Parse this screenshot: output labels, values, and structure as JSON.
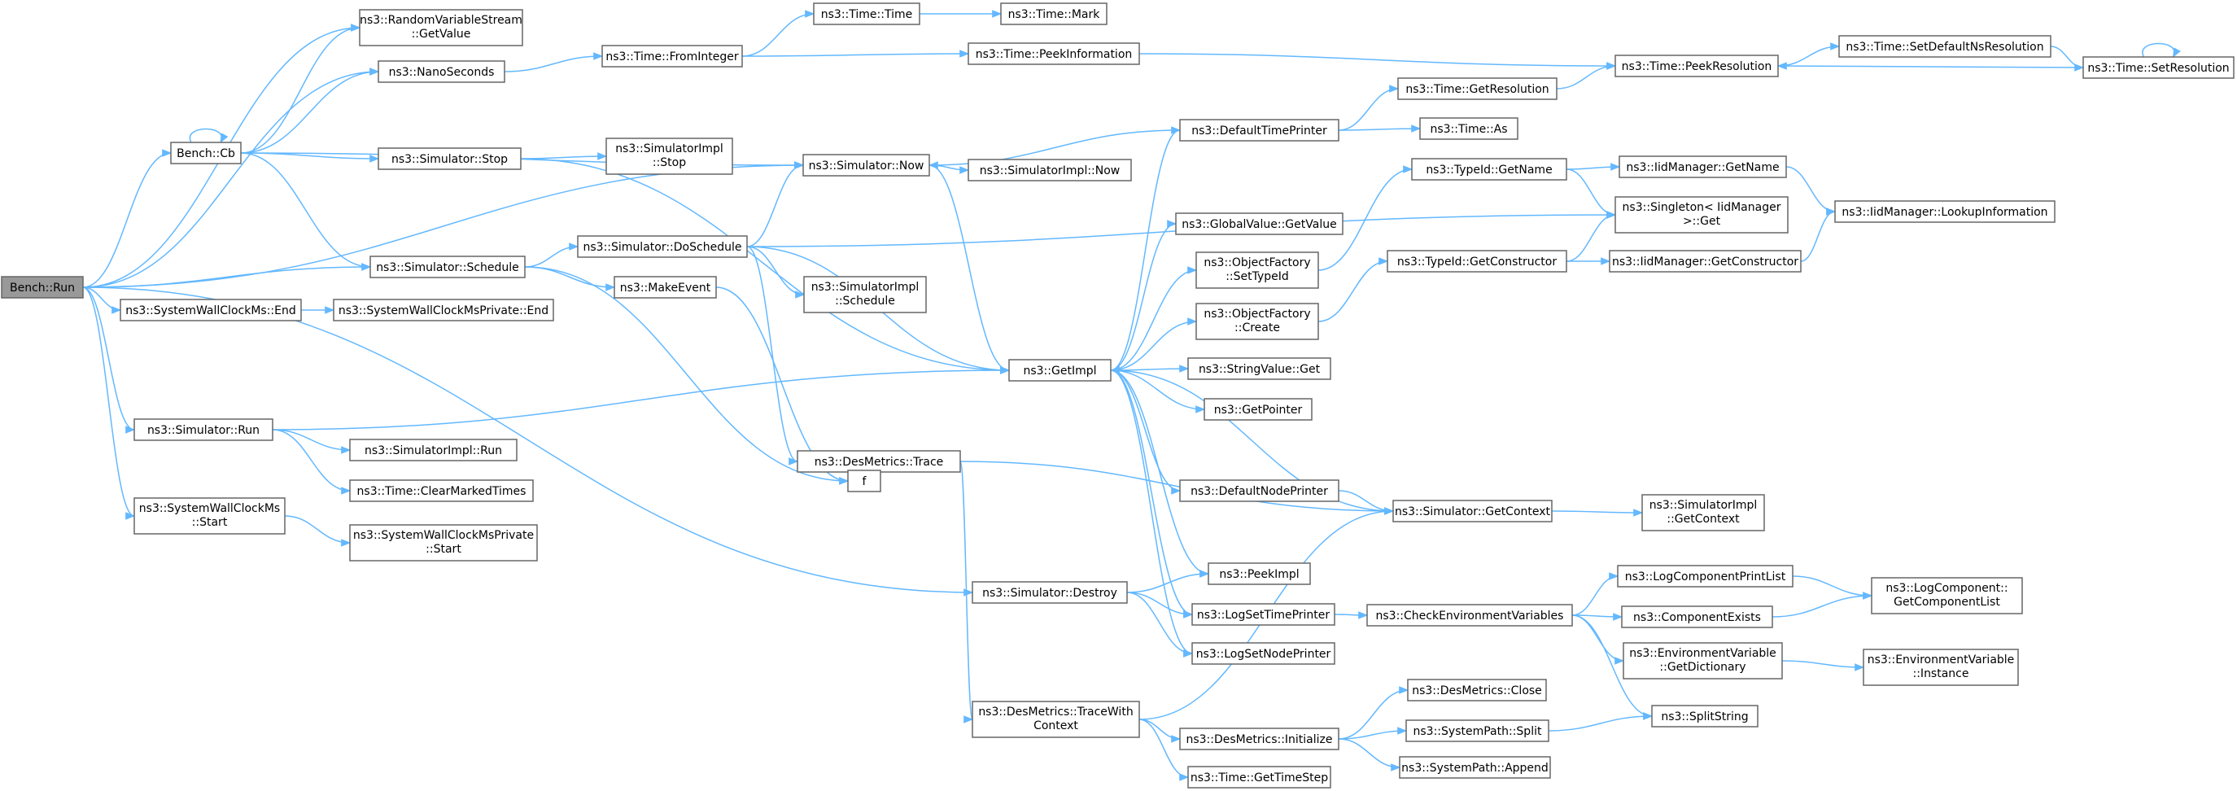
{
  "diagram": {
    "type": "call-graph",
    "edge_color": "#63b8ff",
    "root_fill": "#999999",
    "node_border": "#666666",
    "nodes": [
      {
        "id": "bench_run",
        "lines": [
          "Bench::Run"
        ],
        "root": true
      },
      {
        "id": "bench_cb",
        "lines": [
          "Bench::Cb"
        ]
      },
      {
        "id": "rvs_getvalue",
        "lines": [
          "ns3::RandomVariableStream",
          "::GetValue"
        ]
      },
      {
        "id": "nanoseconds",
        "lines": [
          "ns3::NanoSeconds"
        ]
      },
      {
        "id": "sim_schedule",
        "lines": [
          "ns3::Simulator::Schedule"
        ]
      },
      {
        "id": "swc_end",
        "lines": [
          "ns3::SystemWallClockMs::End"
        ]
      },
      {
        "id": "sim_run",
        "lines": [
          "ns3::Simulator::Run"
        ]
      },
      {
        "id": "swc_start",
        "lines": [
          "ns3::SystemWallClockMs",
          "::Start"
        ]
      },
      {
        "id": "sim_destroy",
        "lines": [
          "ns3::Simulator::Destroy"
        ]
      },
      {
        "id": "sim_stop",
        "lines": [
          "ns3::Simulator::Stop"
        ]
      },
      {
        "id": "sim_now",
        "lines": [
          "ns3::Simulator::Now"
        ]
      },
      {
        "id": "time_frominteger",
        "lines": [
          "ns3::Time::FromInteger"
        ]
      },
      {
        "id": "time_time",
        "lines": [
          "ns3::Time::Time"
        ]
      },
      {
        "id": "time_mark",
        "lines": [
          "ns3::Time::Mark"
        ]
      },
      {
        "id": "time_peekinformation",
        "lines": [
          "ns3::Time::PeekInformation"
        ]
      },
      {
        "id": "time_peekresolution",
        "lines": [
          "ns3::Time::PeekResolution"
        ]
      },
      {
        "id": "time_setdefaultns",
        "lines": [
          "ns3::Time::SetDefaultNsResolution"
        ]
      },
      {
        "id": "time_setresolution",
        "lines": [
          "ns3::Time::SetResolution"
        ]
      },
      {
        "id": "simimpl_stop",
        "lines": [
          "ns3::SimulatorImpl",
          "::Stop"
        ]
      },
      {
        "id": "sim_doschedule",
        "lines": [
          "ns3::Simulator::DoSchedule"
        ]
      },
      {
        "id": "makeevent",
        "lines": [
          "ns3::MakeEvent"
        ]
      },
      {
        "id": "swcp_end",
        "lines": [
          "ns3::SystemWallClockMsPrivate::End"
        ]
      },
      {
        "id": "simimpl_run",
        "lines": [
          "ns3::SimulatorImpl::Run"
        ]
      },
      {
        "id": "time_clearmarked",
        "lines": [
          "ns3::Time::ClearMarkedTimes"
        ]
      },
      {
        "id": "swcp_start",
        "lines": [
          "ns3::SystemWallClockMsPrivate",
          "::Start"
        ]
      },
      {
        "id": "simimpl_now",
        "lines": [
          "ns3::SimulatorImpl::Now"
        ]
      },
      {
        "id": "simimpl_schedule",
        "lines": [
          "ns3::SimulatorImpl",
          "::Schedule"
        ]
      },
      {
        "id": "desmetrics_trace",
        "lines": [
          "ns3::DesMetrics::Trace"
        ]
      },
      {
        "id": "f",
        "lines": [
          "f"
        ]
      },
      {
        "id": "getimpl",
        "lines": [
          "ns3::GetImpl"
        ]
      },
      {
        "id": "defaulttimeprinter",
        "lines": [
          "ns3::DefaultTimePrinter"
        ]
      },
      {
        "id": "time_getresolution",
        "lines": [
          "ns3::Time::GetResolution"
        ]
      },
      {
        "id": "time_as",
        "lines": [
          "ns3::Time::As"
        ]
      },
      {
        "id": "globalvalue_getvalue",
        "lines": [
          "ns3::GlobalValue::GetValue"
        ]
      },
      {
        "id": "objfactory_settypeid",
        "lines": [
          "ns3::ObjectFactory",
          "::SetTypeId"
        ]
      },
      {
        "id": "objfactory_create",
        "lines": [
          "ns3::ObjectFactory",
          "::Create"
        ]
      },
      {
        "id": "stringvalue_get",
        "lines": [
          "ns3::StringValue::Get"
        ]
      },
      {
        "id": "getpointer",
        "lines": [
          "ns3::GetPointer"
        ]
      },
      {
        "id": "defaultnodeprinter",
        "lines": [
          "ns3::DefaultNodePrinter"
        ]
      },
      {
        "id": "peekimpl",
        "lines": [
          "ns3::PeekImpl"
        ]
      },
      {
        "id": "logsettimeprinter",
        "lines": [
          "ns3::LogSetTimePrinter"
        ]
      },
      {
        "id": "logsetnodeprinter",
        "lines": [
          "ns3::LogSetNodePrinter"
        ]
      },
      {
        "id": "desmetrics_tracewithcontext",
        "lines": [
          "ns3::DesMetrics::TraceWith",
          "Context"
        ]
      },
      {
        "id": "desmetrics_initialize",
        "lines": [
          "ns3::DesMetrics::Initialize"
        ]
      },
      {
        "id": "time_gettimestep",
        "lines": [
          "ns3::Time::GetTimeStep"
        ]
      },
      {
        "id": "typeid_getname",
        "lines": [
          "ns3::TypeId::GetName"
        ]
      },
      {
        "id": "singleton_get",
        "lines": [
          "ns3::Singleton< IidManager",
          " >::Get"
        ]
      },
      {
        "id": "typeid_getconstructor",
        "lines": [
          "ns3::TypeId::GetConstructor"
        ]
      },
      {
        "id": "sim_getcontext",
        "lines": [
          "ns3::Simulator::GetContext"
        ]
      },
      {
        "id": "checkenvvars",
        "lines": [
          "ns3::CheckEnvironmentVariables"
        ]
      },
      {
        "id": "desmetrics_close",
        "lines": [
          "ns3::DesMetrics::Close"
        ]
      },
      {
        "id": "systempath_split",
        "lines": [
          "ns3::SystemPath::Split"
        ]
      },
      {
        "id": "systempath_append",
        "lines": [
          "ns3::SystemPath::Append"
        ]
      },
      {
        "id": "iid_getname",
        "lines": [
          "ns3::IidManager::GetName"
        ]
      },
      {
        "id": "iid_getconstructor",
        "lines": [
          "ns3::IidManager::GetConstructor"
        ]
      },
      {
        "id": "iid_lookupinfo",
        "lines": [
          "ns3::IidManager::LookupInformation"
        ]
      },
      {
        "id": "simimpl_getcontext",
        "lines": [
          "ns3::SimulatorImpl",
          "::GetContext"
        ]
      },
      {
        "id": "logcomponentprintlist",
        "lines": [
          "ns3::LogComponentPrintList"
        ]
      },
      {
        "id": "componentexists",
        "lines": [
          "ns3::ComponentExists"
        ]
      },
      {
        "id": "envvar_getdictionary",
        "lines": [
          "ns3::EnvironmentVariable",
          "::GetDictionary"
        ]
      },
      {
        "id": "splitstring",
        "lines": [
          "ns3::SplitString"
        ]
      },
      {
        "id": "logcomponent_getlist",
        "lines": [
          "ns3::LogComponent::",
          "GetComponentList"
        ]
      },
      {
        "id": "envvar_instance",
        "lines": [
          "ns3::EnvironmentVariable",
          "::Instance"
        ]
      }
    ],
    "edges": [
      [
        "bench_run",
        "rvs_getvalue"
      ],
      [
        "bench_run",
        "nanoseconds"
      ],
      [
        "bench_run",
        "bench_cb"
      ],
      [
        "bench_run",
        "sim_now"
      ],
      [
        "bench_run",
        "sim_schedule"
      ],
      [
        "bench_run",
        "swc_end"
      ],
      [
        "bench_run",
        "sim_run"
      ],
      [
        "bench_run",
        "swc_start"
      ],
      [
        "bench_run",
        "sim_destroy"
      ],
      [
        "bench_cb",
        "bench_cb"
      ],
      [
        "bench_cb",
        "rvs_getvalue"
      ],
      [
        "bench_cb",
        "nanoseconds"
      ],
      [
        "bench_cb",
        "sim_now"
      ],
      [
        "bench_cb",
        "sim_stop"
      ],
      [
        "bench_cb",
        "sim_schedule"
      ],
      [
        "nanoseconds",
        "time_frominteger"
      ],
      [
        "time_frominteger",
        "time_time"
      ],
      [
        "time_frominteger",
        "time_peekinformation"
      ],
      [
        "time_time",
        "time_mark"
      ],
      [
        "time_peekinformation",
        "time_peekresolution"
      ],
      [
        "time_peekresolution",
        "time_setdefaultns"
      ],
      [
        "time_setdefaultns",
        "time_setresolution"
      ],
      [
        "time_setresolution",
        "time_peekresolution"
      ],
      [
        "time_setresolution",
        "time_setresolution"
      ],
      [
        "sim_stop",
        "simimpl_stop"
      ],
      [
        "sim_stop",
        "getimpl"
      ],
      [
        "sim_schedule",
        "sim_doschedule"
      ],
      [
        "sim_schedule",
        "makeevent"
      ],
      [
        "sim_schedule",
        "f"
      ],
      [
        "sim_doschedule",
        "sim_now"
      ],
      [
        "sim_doschedule",
        "singleton_get"
      ],
      [
        "sim_doschedule",
        "simimpl_schedule"
      ],
      [
        "sim_doschedule",
        "getimpl"
      ],
      [
        "sim_doschedule",
        "desmetrics_trace"
      ],
      [
        "makeevent",
        "f"
      ],
      [
        "f",
        "f"
      ],
      [
        "swc_end",
        "swcp_end"
      ],
      [
        "swc_start",
        "swcp_start"
      ],
      [
        "sim_run",
        "getimpl"
      ],
      [
        "sim_run",
        "simimpl_run"
      ],
      [
        "sim_run",
        "time_clearmarked"
      ],
      [
        "sim_destroy",
        "peekimpl"
      ],
      [
        "sim_destroy",
        "logsettimeprinter"
      ],
      [
        "sim_destroy",
        "logsetnodeprinter"
      ],
      [
        "sim_now",
        "simimpl_now"
      ],
      [
        "sim_now",
        "getimpl"
      ],
      [
        "desmetrics_trace",
        "sim_getcontext"
      ],
      [
        "desmetrics_trace",
        "desmetrics_tracewithcontext"
      ],
      [
        "getimpl",
        "defaulttimeprinter"
      ],
      [
        "getimpl",
        "globalvalue_getvalue"
      ],
      [
        "getimpl",
        "objfactory_settypeid"
      ],
      [
        "getimpl",
        "objfactory_create"
      ],
      [
        "getimpl",
        "stringvalue_get"
      ],
      [
        "getimpl",
        "getpointer"
      ],
      [
        "getimpl",
        "defaultnodeprinter"
      ],
      [
        "getimpl",
        "peekimpl"
      ],
      [
        "getimpl",
        "logsettimeprinter"
      ],
      [
        "getimpl",
        "logsetnodeprinter"
      ],
      [
        "defaulttimeprinter",
        "sim_now"
      ],
      [
        "defaulttimeprinter",
        "time_getresolution"
      ],
      [
        "defaulttimeprinter",
        "time_as"
      ],
      [
        "time_getresolution",
        "time_peekresolution"
      ],
      [
        "objfactory_settypeid",
        "typeid_getname"
      ],
      [
        "objfactory_create",
        "typeid_getconstructor"
      ],
      [
        "typeid_getname",
        "iid_getname"
      ],
      [
        "typeid_getname",
        "singleton_get"
      ],
      [
        "typeid_getconstructor",
        "singleton_get"
      ],
      [
        "typeid_getconstructor",
        "iid_getconstructor"
      ],
      [
        "iid_getname",
        "iid_lookupinfo"
      ],
      [
        "iid_getconstructor",
        "iid_lookupinfo"
      ],
      [
        "defaultnodeprinter",
        "sim_getcontext"
      ],
      [
        "sim_getcontext",
        "getimpl"
      ],
      [
        "sim_getcontext",
        "simimpl_getcontext"
      ],
      [
        "logsettimeprinter",
        "checkenvvars"
      ],
      [
        "checkenvvars",
        "logcomponentprintlist"
      ],
      [
        "checkenvvars",
        "componentexists"
      ],
      [
        "checkenvvars",
        "envvar_getdictionary"
      ],
      [
        "checkenvvars",
        "splitstring"
      ],
      [
        "logcomponentprintlist",
        "logcomponent_getlist"
      ],
      [
        "componentexists",
        "logcomponent_getlist"
      ],
      [
        "envvar_getdictionary",
        "envvar_instance"
      ],
      [
        "desmetrics_tracewithcontext",
        "sim_getcontext"
      ],
      [
        "desmetrics_tracewithcontext",
        "desmetrics_initialize"
      ],
      [
        "desmetrics_tracewithcontext",
        "time_gettimestep"
      ],
      [
        "desmetrics_initialize",
        "desmetrics_close"
      ],
      [
        "desmetrics_initialize",
        "systempath_split"
      ],
      [
        "desmetrics_initialize",
        "systempath_append"
      ],
      [
        "systempath_split",
        "splitstring"
      ]
    ]
  }
}
